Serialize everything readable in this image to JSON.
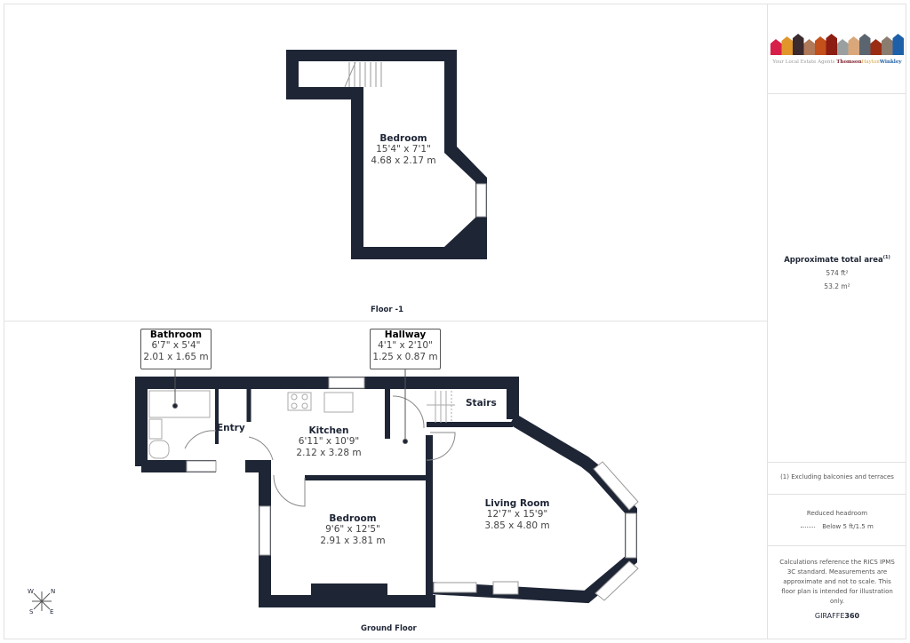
{
  "logo": {
    "tagline": "Your Local Estate Agents",
    "brand_1": "Thomson",
    "brand_2": "Hayton",
    "brand_3": "Winkley",
    "colors": [
      "#d81f4a",
      "#e0962a",
      "#3b2a2e",
      "#b07a5a",
      "#c4501b",
      "#8c1d12",
      "#9aa0a0",
      "#d9a77a",
      "#5a6570",
      "#9b2c14",
      "#8a7d70",
      "#1d5fa8"
    ]
  },
  "summary": {
    "title": "Approximate total area",
    "footnote_mark": "(1)",
    "area_ft": "574 ft²",
    "area_m": "53.2 m²"
  },
  "notes": {
    "excluding": "(1) Excluding balconies and terraces",
    "headroom_title": "Reduced headroom",
    "headroom_legend": "Below 5 ft/1.5 m",
    "disclaimer": "Calculations reference the RICS IPMS 3C standard. Measurements are approximate and not to scale. This floor plan is intended for illustration only.",
    "brand_a": "GIRAFFE",
    "brand_b": "360"
  },
  "floors": {
    "upper": {
      "label": "Floor -1",
      "rooms": [
        {
          "name": "Bedroom",
          "imperial": "15'4\" x 7'1\"",
          "metric": "4.68 x 2.17 m"
        }
      ]
    },
    "ground": {
      "label": "Ground Floor",
      "rooms": [
        {
          "name": "Bathroom",
          "imperial": "6'7\" x 5'4\"",
          "metric": "2.01 x 1.65 m"
        },
        {
          "name": "Hallway",
          "imperial": "4'1\" x 2'10\"",
          "metric": "1.25 x 0.87 m"
        },
        {
          "name": "Kitchen",
          "imperial": "6'11\" x 10'9\"",
          "metric": "2.12 x 3.28 m"
        },
        {
          "name": "Bedroom",
          "imperial": "9'6\" x 12'5\"",
          "metric": "2.91 x 3.81 m"
        },
        {
          "name": "Living Room",
          "imperial": "12'7\" x 15'9\"",
          "metric": "3.85 x 4.80 m"
        },
        {
          "name": "Entry"
        },
        {
          "name": "Stairs"
        }
      ]
    }
  },
  "compass": {
    "w": "W",
    "n": "N",
    "s": "S",
    "e": "E"
  },
  "wall_color": "#1e2535"
}
